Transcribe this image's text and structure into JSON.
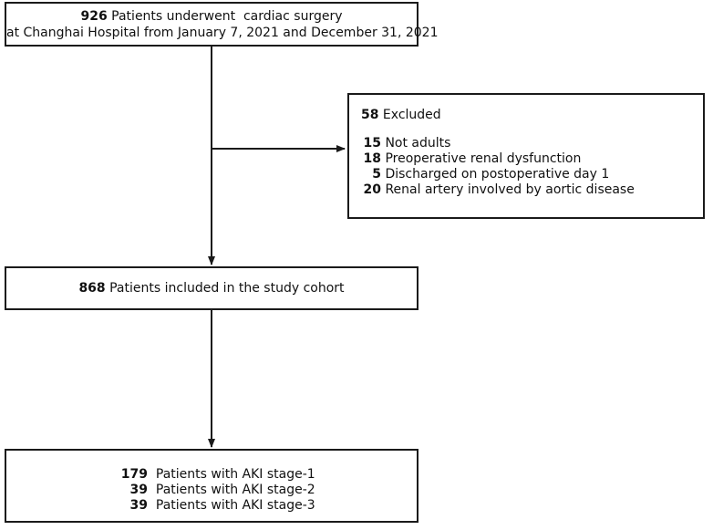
{
  "colors": {
    "stroke": "#1a1a1a",
    "text": "#111111",
    "background": "#ffffff"
  },
  "box1": {
    "count": "926",
    "line1_rest": " Patients underwent  cardiac surgery",
    "line2": "at Changhai Hospital from January 7, 2021 and December 31, 2021"
  },
  "excluded": {
    "count": "58",
    "label": " Excluded",
    "items": [
      {
        "count": "15",
        "label": "Not adults"
      },
      {
        "count": "18",
        "label": "Preoperative renal dysfunction"
      },
      {
        "count": "5",
        "label": "Discharged on postoperative day 1"
      },
      {
        "count": "20",
        "label": "Renal artery involved by aortic disease"
      }
    ]
  },
  "box2": {
    "count": "868",
    "label": " Patients included in the study cohort"
  },
  "box3": {
    "items": [
      {
        "count": "179",
        "label": "Patients with AKI stage-1"
      },
      {
        "count": "39",
        "label": "Patients with AKI stage-2"
      },
      {
        "count": "39",
        "label": "Patients with AKI stage-3"
      }
    ]
  }
}
